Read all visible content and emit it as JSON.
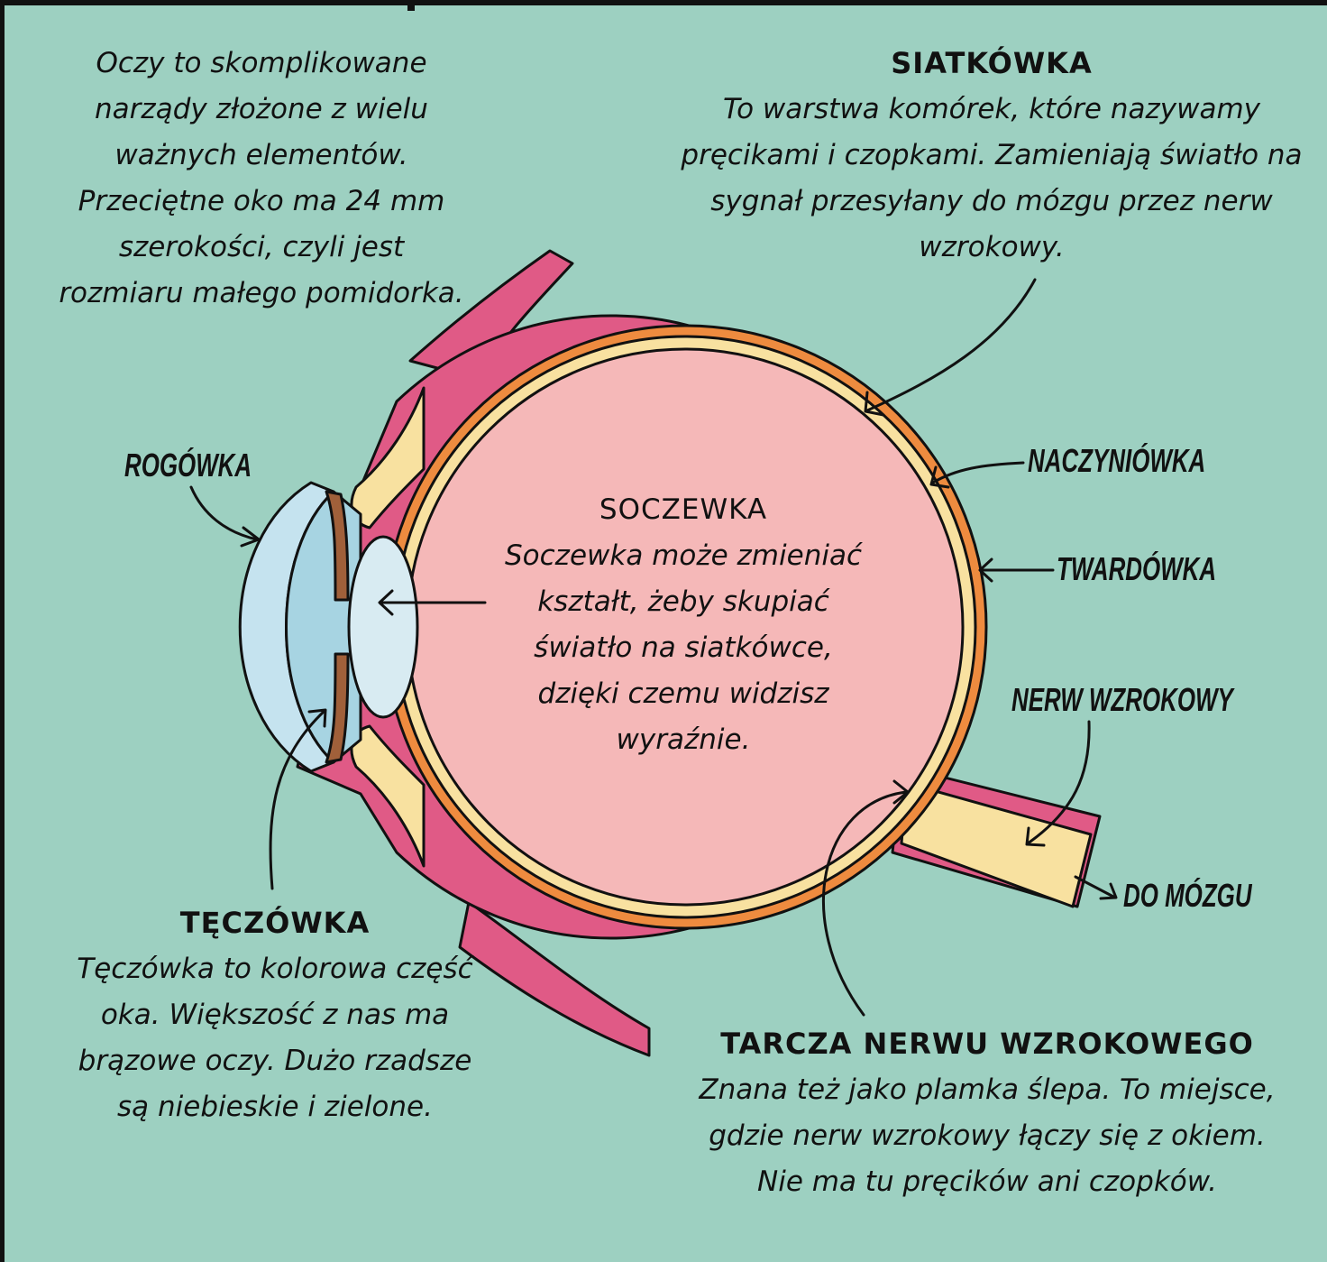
{
  "intro": {
    "text": "Oczy to skomplikowane narządy złożone z wielu ważnych elementów. Przeciętne oko ma 24 mm szerokości, czyli jest rozmiaru małego pomidorka."
  },
  "siatkowka": {
    "title": "SIATKÓWKA",
    "text": "To warstwa komórek, które nazywamy pręcikami i czopkami. Zamieniają światło na sygnał przesyłany do mózgu przez nerw wzrokowy."
  },
  "soczewka": {
    "title": "SOCZEWKA",
    "text": "Soczewka może zmieniać kształt, żeby skupiać światło na siatkówce, dzięki czemu widzisz wyraźnie."
  },
  "teczowka": {
    "title": "TĘCZÓWKA",
    "text": "Tęczówka to kolorowa część oka. Większość z nas ma brązowe oczy. Dużo rzadsze są niebieskie i zielone."
  },
  "tarcza": {
    "title": "TARCZA NERWU WZROKOWEGO",
    "text": "Znana też jako plamka ślepa. To miejsce, gdzie nerw wzrokowy łączy się z okiem. Nie ma tu pręcików ani czopków."
  },
  "labels": {
    "rogowka": "ROGÓWKA",
    "naczyniowka": "NACZYNIÓWKA",
    "twardowka": "TWARDÓWKA",
    "nerw": "NERW WZROKOWY",
    "do_mozgu": "DO MÓZGU"
  },
  "colors": {
    "background": "#9dd0c1",
    "sclera": "#e05a86",
    "choroid": "#ee8b3f",
    "retina": "#f8e1a0",
    "vitreous": "#f5b8b8",
    "cornea": "#c5e3ef",
    "aqueous": "#a7d4e2",
    "iris": "#a0603a",
    "lens": "#d8ebf2"
  }
}
